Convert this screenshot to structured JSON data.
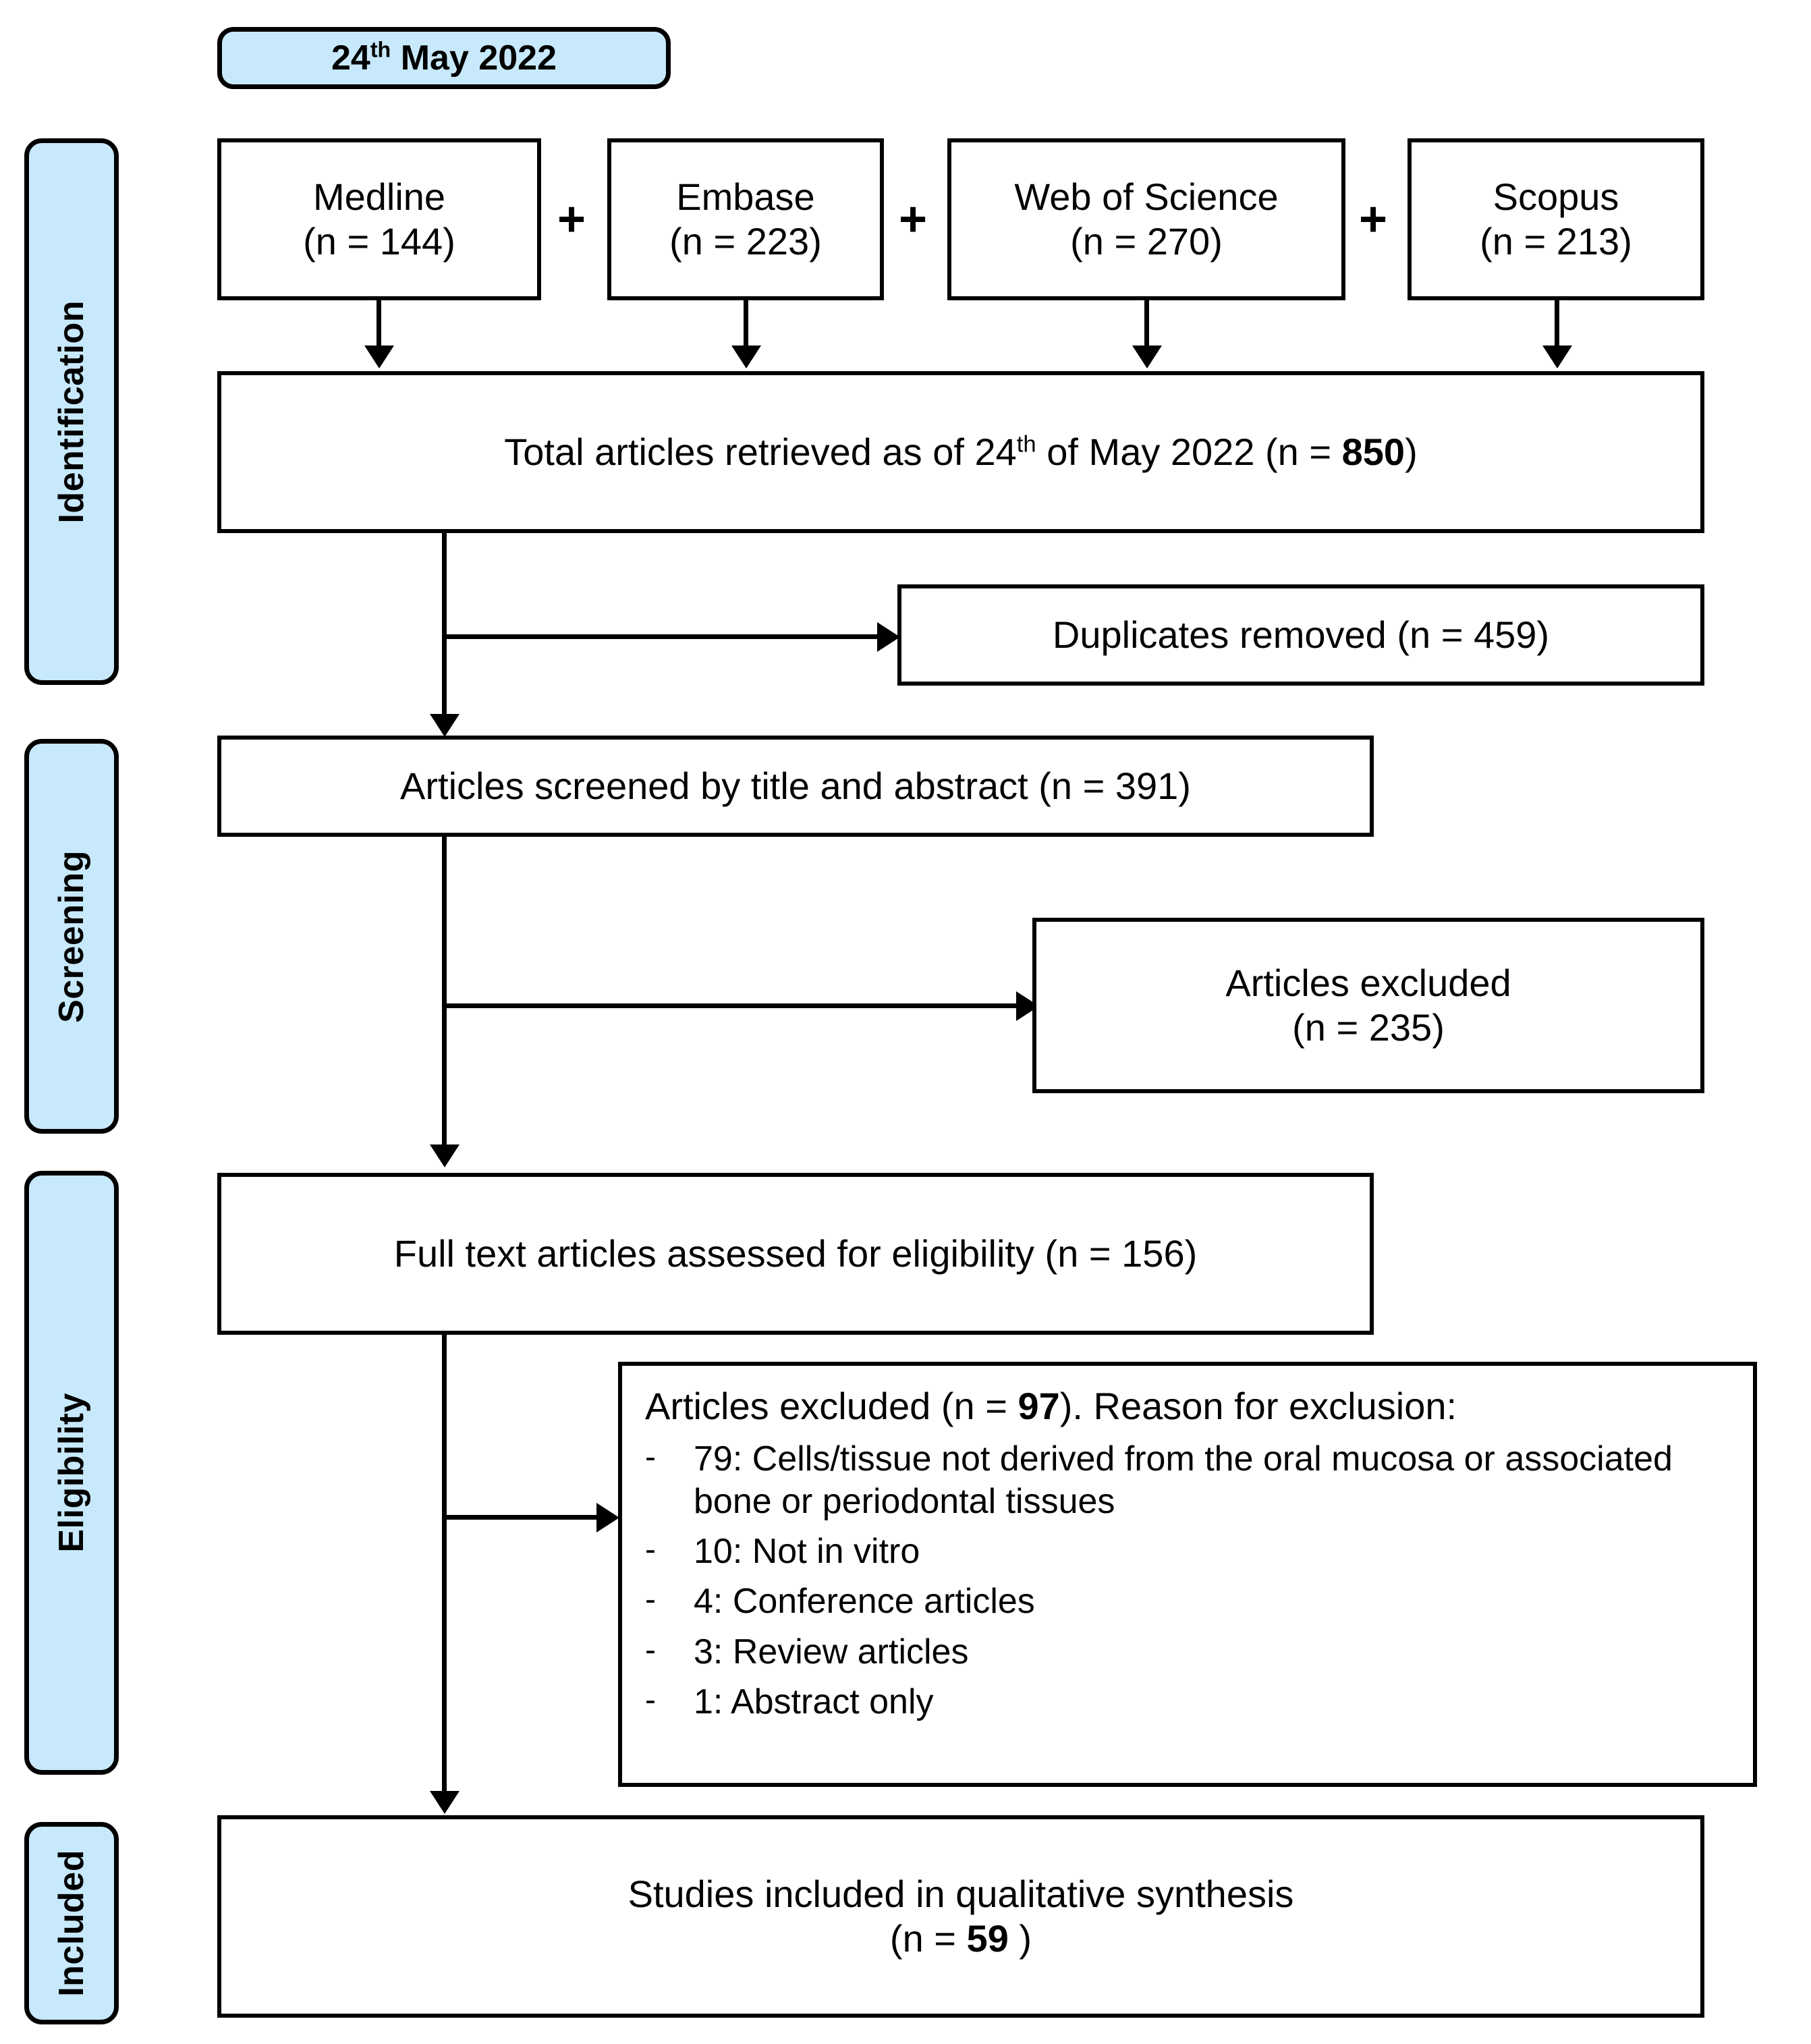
{
  "diagram": {
    "title": "PRISMA flow diagram",
    "accent_color": "#c7e9fb",
    "line_color": "#000000",
    "date_pill": "24th May 2022"
  },
  "phases": [
    {
      "label": "Identification"
    },
    {
      "label": "Screening"
    },
    {
      "label": "Eligibility"
    },
    {
      "label": "Included"
    }
  ],
  "sources": [
    {
      "name": "Medline",
      "count": "(n = 144)"
    },
    {
      "name": "Embase",
      "count": "(n = 223)"
    },
    {
      "name": "Web of Science",
      "count": "(n = 270)"
    },
    {
      "name": "Scopus",
      "count": "(n = 213)"
    }
  ],
  "operators": {
    "plus": "+"
  },
  "boxes": {
    "total": {
      "prefix": "Total articles retrieved as of 24",
      "sup": "th",
      "middle": " of May 2022 (n = ",
      "count": "850",
      "suffix": ")"
    },
    "duplicates": "Duplicates removed (n = 459)",
    "screened": "Articles screened by title and abstract (n = 391)",
    "excluded_screening_line1": "Articles excluded",
    "excluded_screening_line2": "(n = 235)",
    "fulltext": "Full text articles assessed for eligibility (n = 156)",
    "included_line1": "Studies included in qualitative synthesis",
    "included_line2_prefix": "(n = ",
    "included_count": "59",
    "included_line2_suffix": " )"
  },
  "exclusions": {
    "title_prefix": "Articles excluded (n = ",
    "title_count": "97",
    "title_suffix": "). Reason for exclusion:",
    "bullet": "-",
    "items": [
      "79: Cells/tissue not derived from the oral mucosa or associated bone or periodontal tissues",
      "10: Not in vitro",
      "4: Conference articles",
      "3: Review articles",
      "1: Abstract only"
    ]
  },
  "chart_data": {
    "type": "flowchart",
    "title": "PRISMA study selection flow",
    "search_date": "24th May 2022",
    "nodes": [
      {
        "id": "medline",
        "label": "Medline",
        "n": 144,
        "phase": "Identification"
      },
      {
        "id": "embase",
        "label": "Embase",
        "n": 223,
        "phase": "Identification"
      },
      {
        "id": "wos",
        "label": "Web of Science",
        "n": 270,
        "phase": "Identification"
      },
      {
        "id": "scopus",
        "label": "Scopus",
        "n": 213,
        "phase": "Identification"
      },
      {
        "id": "total",
        "label": "Total articles retrieved as of 24th of May 2022",
        "n": 850,
        "phase": "Identification"
      },
      {
        "id": "duplicates",
        "label": "Duplicates removed",
        "n": 459,
        "phase": "Identification"
      },
      {
        "id": "screened",
        "label": "Articles screened by title and abstract",
        "n": 391,
        "phase": "Screening"
      },
      {
        "id": "excluded_screening",
        "label": "Articles excluded",
        "n": 235,
        "phase": "Screening"
      },
      {
        "id": "fulltext",
        "label": "Full text articles assessed for eligibility",
        "n": 156,
        "phase": "Eligibility"
      },
      {
        "id": "excluded_eligibility",
        "label": "Articles excluded. Reason for exclusion",
        "n": 97,
        "phase": "Eligibility"
      },
      {
        "id": "included",
        "label": "Studies included in qualitative synthesis",
        "n": 59,
        "phase": "Included"
      }
    ],
    "exclusion_reasons": [
      {
        "n": 79,
        "reason": "Cells/tissue not derived from the oral mucosa or associated bone or periodontal tissues"
      },
      {
        "n": 10,
        "reason": "Not in vitro"
      },
      {
        "n": 4,
        "reason": "Conference articles"
      },
      {
        "n": 3,
        "reason": "Review articles"
      },
      {
        "n": 1,
        "reason": "Abstract only"
      }
    ],
    "edges": [
      {
        "from": "medline",
        "to": "total"
      },
      {
        "from": "embase",
        "to": "total"
      },
      {
        "from": "wos",
        "to": "total"
      },
      {
        "from": "scopus",
        "to": "total"
      },
      {
        "from": "total",
        "to": "duplicates"
      },
      {
        "from": "total",
        "to": "screened"
      },
      {
        "from": "screened",
        "to": "excluded_screening"
      },
      {
        "from": "screened",
        "to": "fulltext"
      },
      {
        "from": "fulltext",
        "to": "excluded_eligibility"
      },
      {
        "from": "fulltext",
        "to": "included"
      }
    ]
  }
}
